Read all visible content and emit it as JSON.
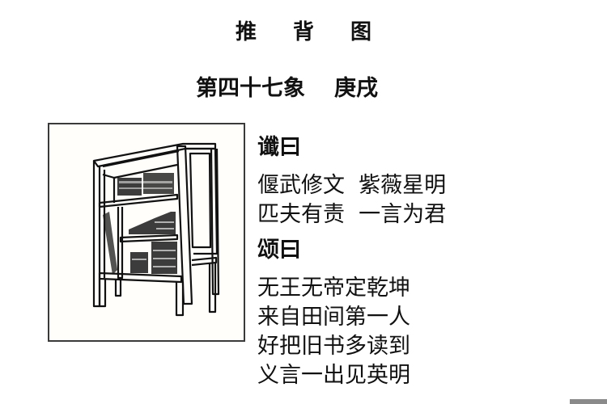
{
  "title": "推 背 图",
  "subtitle": {
    "number": "第四十七象",
    "stem_branch": "庚戌"
  },
  "illustration": {
    "subject": "bookshelf-with-books",
    "frame_border_color": "#3a3a3a"
  },
  "prophecy": {
    "heading": "谶曰",
    "lines": [
      "偃武修文  紫薇星明",
      "匹夫有责  一言为君"
    ]
  },
  "ode": {
    "heading": "颂曰",
    "lines": [
      "无王无帝定乾坤",
      "来自田间第一人",
      "好把旧书多读到",
      "义言一出见英明"
    ]
  }
}
